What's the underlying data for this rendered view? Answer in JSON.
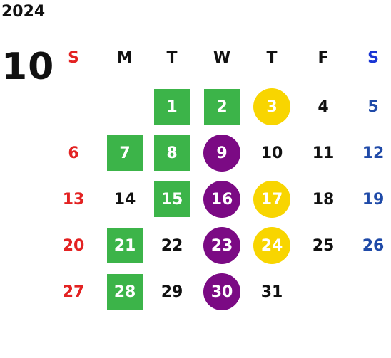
{
  "year": "2024",
  "month": "10",
  "colors": {
    "sunday": "#e32222",
    "saturday": "#1f4aa8",
    "saturday_header": "#1a35d4",
    "weekday": "#111111",
    "green": "#3cb449",
    "purple": "#7b0a84",
    "yellow": "#f8d500"
  },
  "weekday_headers": [
    "S",
    "M",
    "T",
    "W",
    "T",
    "F",
    "S"
  ],
  "weeks": [
    [
      null,
      null,
      {
        "day": "1",
        "mark": "green"
      },
      {
        "day": "2",
        "mark": "green"
      },
      {
        "day": "3",
        "mark": "yellow"
      },
      {
        "day": "4"
      },
      {
        "day": "5"
      }
    ],
    [
      {
        "day": "6"
      },
      {
        "day": "7",
        "mark": "green"
      },
      {
        "day": "8",
        "mark": "green"
      },
      {
        "day": "9",
        "mark": "purple"
      },
      {
        "day": "10"
      },
      {
        "day": "11"
      },
      {
        "day": "12"
      }
    ],
    [
      {
        "day": "13"
      },
      {
        "day": "14"
      },
      {
        "day": "15",
        "mark": "green"
      },
      {
        "day": "16",
        "mark": "purple"
      },
      {
        "day": "17",
        "mark": "yellow"
      },
      {
        "day": "18"
      },
      {
        "day": "19"
      }
    ],
    [
      {
        "day": "20"
      },
      {
        "day": "21",
        "mark": "green"
      },
      {
        "day": "22"
      },
      {
        "day": "23",
        "mark": "purple"
      },
      {
        "day": "24",
        "mark": "yellow"
      },
      {
        "day": "25"
      },
      {
        "day": "26"
      }
    ],
    [
      {
        "day": "27"
      },
      {
        "day": "28",
        "mark": "green"
      },
      {
        "day": "29"
      },
      {
        "day": "30",
        "mark": "purple"
      },
      {
        "day": "31"
      },
      null,
      null
    ]
  ]
}
